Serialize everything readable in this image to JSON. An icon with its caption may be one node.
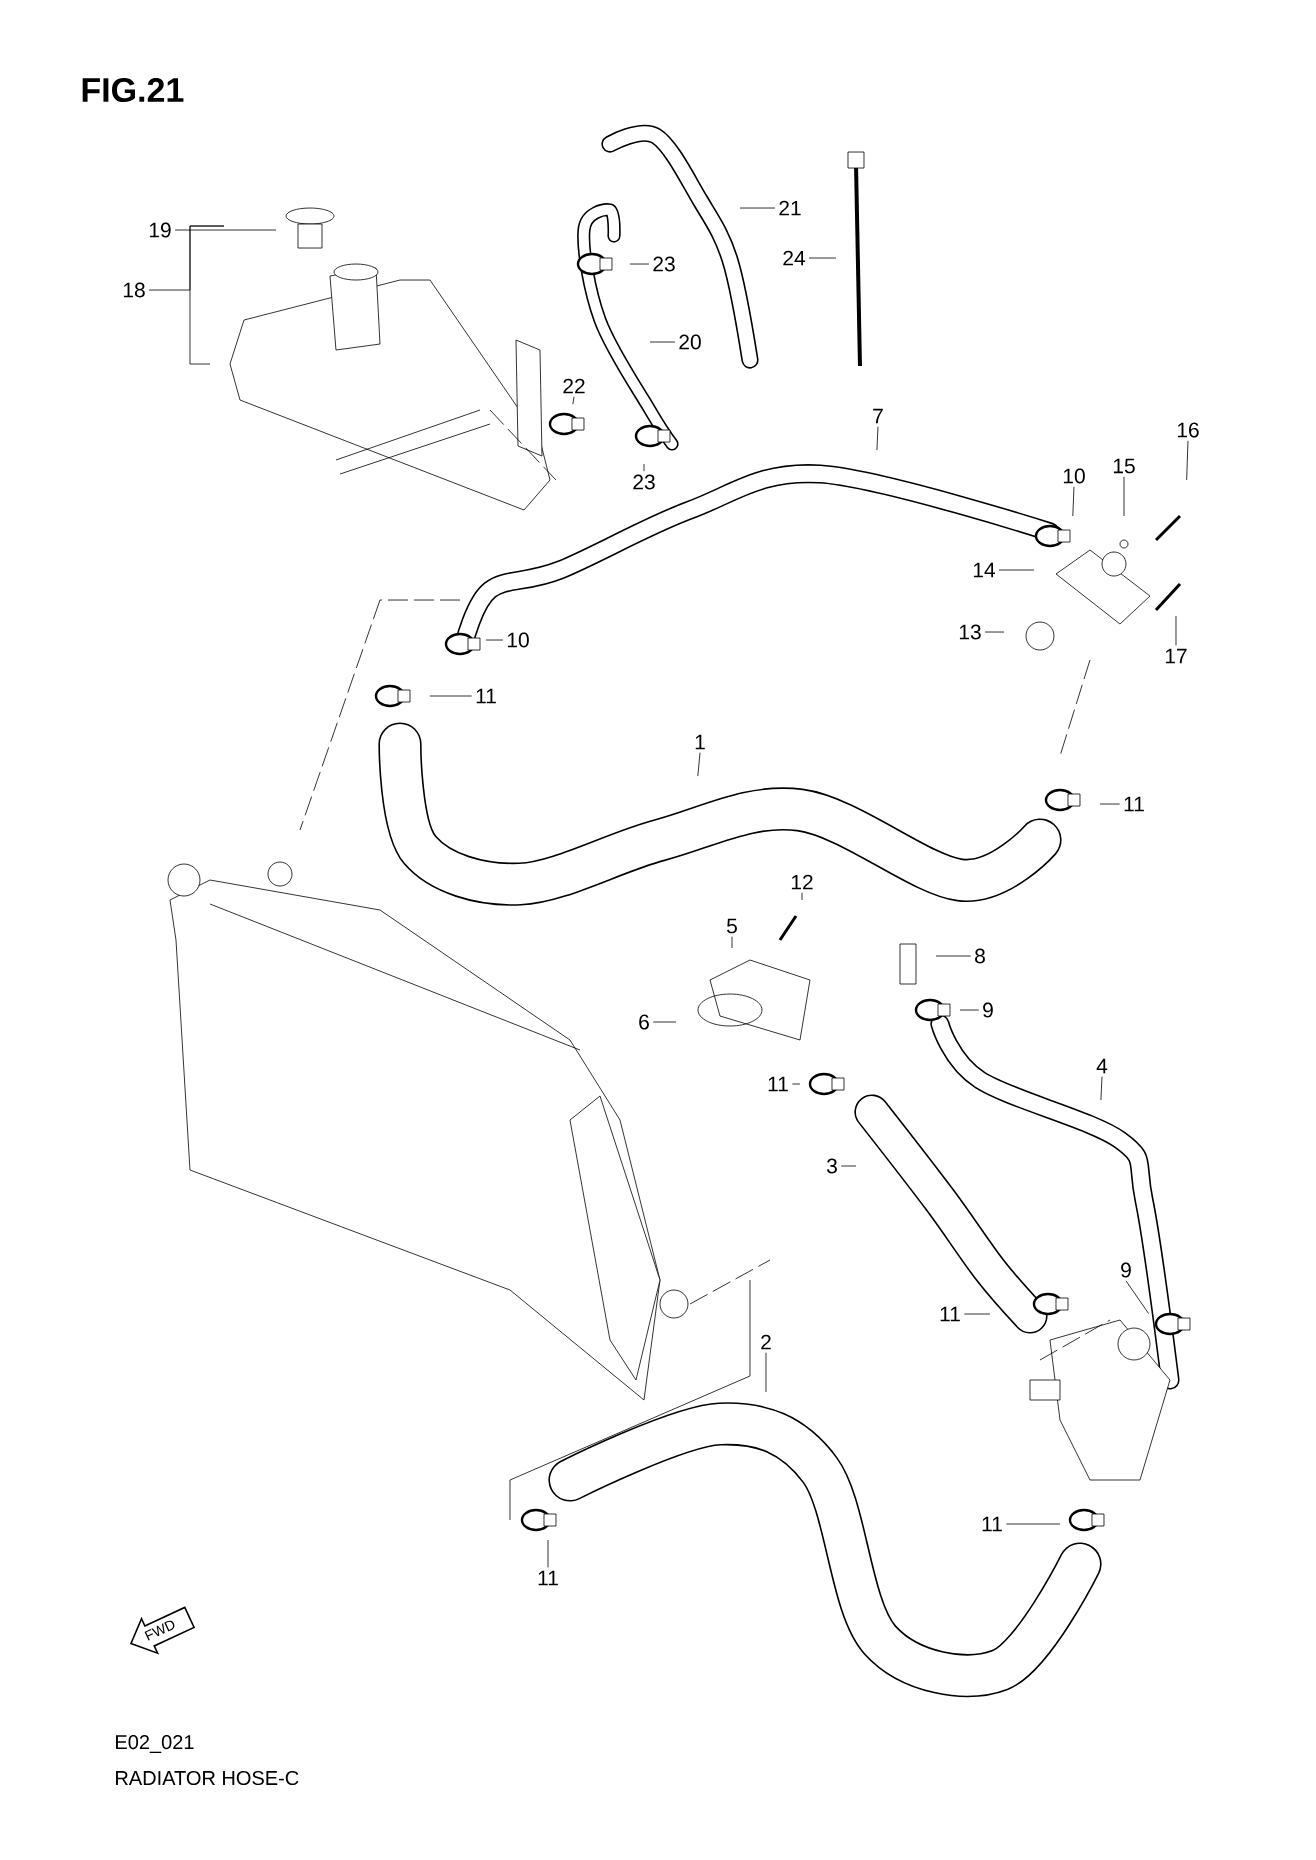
{
  "diagram": {
    "title": "FIG.21",
    "nodes": [
      {
        "text": [
          "19"
        ]
      },
      {
        "text": [
          "18"
        ]
      },
      {
        "text": [
          "21"
        ]
      },
      {
        "text": [
          "23"
        ]
      },
      {
        "text": [
          "20"
        ]
      },
      {
        "text": [
          "24"
        ]
      },
      {
        "text": [
          "22"
        ]
      },
      {
        "text": [
          "23"
        ]
      },
      {
        "text": [
          "7"
        ]
      },
      {
        "text": [
          "16"
        ]
      },
      {
        "text": [
          "15"
        ]
      },
      {
        "text": [
          "10"
        ]
      },
      {
        "text": [
          "14"
        ]
      },
      {
        "text": [
          "13"
        ]
      },
      {
        "text": [
          "17"
        ]
      },
      {
        "text": [
          "10"
        ]
      },
      {
        "text": [
          "11"
        ]
      },
      {
        "text": [
          "1"
        ]
      },
      {
        "text": [
          "11"
        ]
      },
      {
        "text": [
          "12"
        ]
      },
      {
        "text": [
          "5"
        ]
      },
      {
        "text": [
          "8"
        ]
      },
      {
        "text": [
          "6"
        ]
      },
      {
        "text": [
          "9"
        ]
      },
      {
        "text": [
          "11"
        ]
      },
      {
        "text": [
          "4"
        ]
      },
      {
        "text": [
          "3"
        ]
      },
      {
        "text": [
          "11"
        ]
      },
      {
        "text": [
          "9"
        ]
      },
      {
        "text": [
          "2"
        ]
      },
      {
        "text": [
          "11"
        ]
      },
      {
        "text": [
          "11"
        ]
      }
    ],
    "edges": [
      {
        "from": 0,
        "to": null,
        "arrow": "none"
      },
      {
        "from": 1,
        "to": null,
        "arrow": "none"
      },
      {
        "from": 2,
        "to": null,
        "arrow": "none"
      },
      {
        "from": 3,
        "to": null,
        "arrow": "none"
      },
      {
        "from": 4,
        "to": null,
        "arrow": "none"
      },
      {
        "from": 5,
        "to": null,
        "arrow": "none"
      },
      {
        "from": 6,
        "to": null,
        "arrow": "none"
      },
      {
        "from": 7,
        "to": null,
        "arrow": "none"
      },
      {
        "from": 8,
        "to": null,
        "arrow": "none"
      },
      {
        "from": 9,
        "to": null,
        "arrow": "none"
      },
      {
        "from": 10,
        "to": null,
        "arrow": "none"
      },
      {
        "from": 11,
        "to": null,
        "arrow": "none"
      },
      {
        "from": 12,
        "to": null,
        "arrow": "none"
      },
      {
        "from": 13,
        "to": null,
        "arrow": "none"
      },
      {
        "from": 14,
        "to": null,
        "arrow": "none"
      },
      {
        "from": 15,
        "to": null,
        "arrow": "none"
      },
      {
        "from": 16,
        "to": null,
        "arrow": "none"
      },
      {
        "from": 17,
        "to": null,
        "arrow": "none"
      },
      {
        "from": 18,
        "to": null,
        "arrow": "none"
      },
      {
        "from": 19,
        "to": null,
        "arrow": "none"
      },
      {
        "from": 20,
        "to": null,
        "arrow": "none"
      },
      {
        "from": 21,
        "to": null,
        "arrow": "none"
      },
      {
        "from": 22,
        "to": null,
        "arrow": "none"
      },
      {
        "from": 23,
        "to": null,
        "arrow": "none"
      },
      {
        "from": 24,
        "to": null,
        "arrow": "none"
      },
      {
        "from": 25,
        "to": null,
        "arrow": "none"
      },
      {
        "from": 26,
        "to": null,
        "arrow": "none"
      },
      {
        "from": 27,
        "to": null,
        "arrow": "none"
      },
      {
        "from": 28,
        "to": null,
        "arrow": "none"
      },
      {
        "from": 29,
        "to": null,
        "arrow": "none"
      },
      {
        "from": 30,
        "to": null,
        "arrow": "none"
      },
      {
        "from": 31,
        "to": null,
        "arrow": "none"
      }
    ],
    "labels": [
      "FWD",
      "E02_021",
      "RADIATOR HOSE-C"
    ]
  }
}
